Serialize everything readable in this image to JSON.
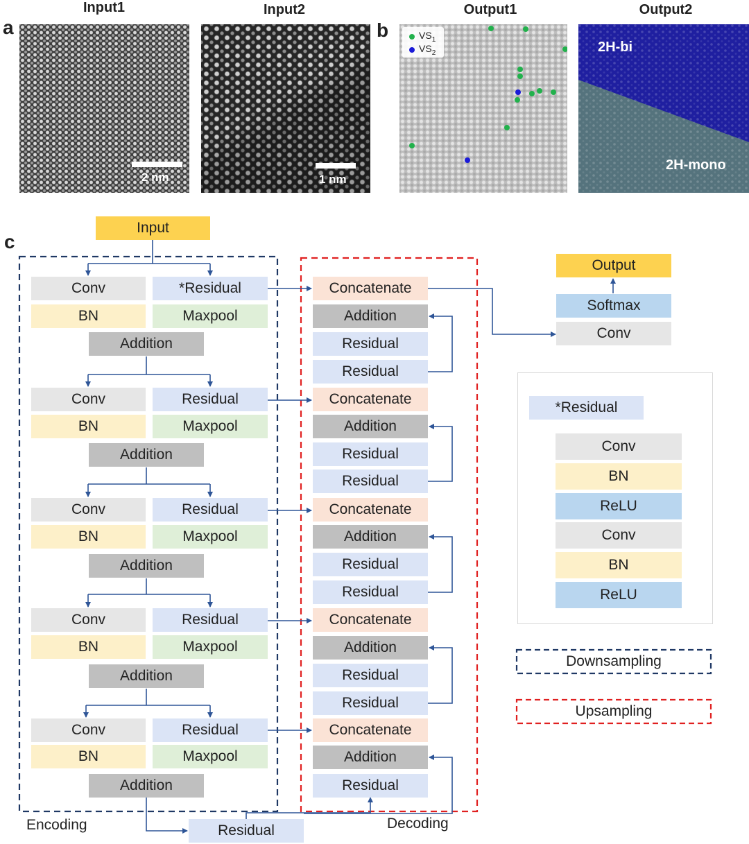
{
  "panel_a": {
    "label": "a",
    "input1": {
      "title": "Input1",
      "scale": "2 nm"
    },
    "input2": {
      "title": "Input2",
      "scale": "1 nm"
    }
  },
  "panel_b": {
    "label": "b",
    "output1": {
      "title": "Output1",
      "legend": [
        {
          "text": "VS",
          "sub": "1",
          "color": "#22b14c"
        },
        {
          "text": "VS",
          "sub": "2",
          "color": "#1a1ad8"
        }
      ]
    },
    "output2": {
      "title": "Output2",
      "region_top": "2H-bi",
      "region_bottom": "2H-mono"
    }
  },
  "panel_c": {
    "label": "c",
    "input": "Input",
    "output": "Output",
    "softmax": "Softmax",
    "conv": "Conv",
    "bn": "BN",
    "maxpool": "Maxpool",
    "residual": "Residual",
    "residual_star": "*Residual",
    "addition": "Addition",
    "concatenate": "Concatenate",
    "relu": "ReLU",
    "encoding": "Encoding",
    "decoding": "Decoding",
    "downsampling": "Downsampling",
    "upsampling": "Upsampling"
  },
  "colors": {
    "encoding_border": "#1f3864",
    "decoding_border": "#e02020",
    "arrow": "#2e5597"
  }
}
